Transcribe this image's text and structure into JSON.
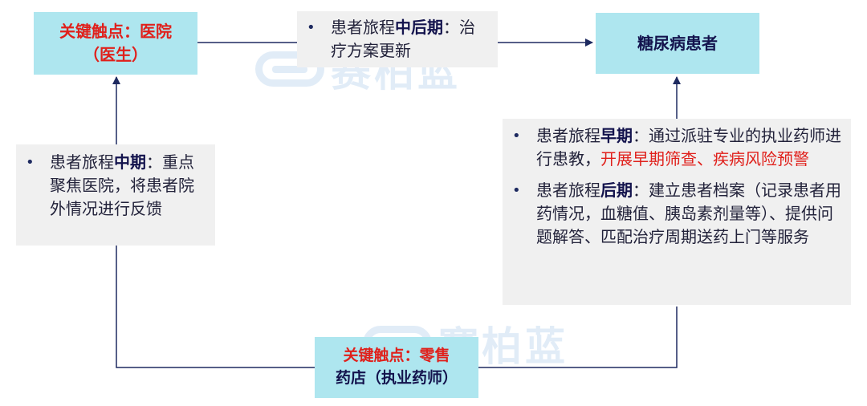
{
  "nodes": {
    "hospital": {
      "line1": "关键触点：医院",
      "line2": "（医生）"
    },
    "patient": {
      "label": "糖尿病患者"
    },
    "pharmacy": {
      "line1": "关键触点：零售",
      "line2": "药店（执业药师）"
    }
  },
  "notes": {
    "late_mid": {
      "bullet": "•",
      "prefix": "患者旅程",
      "stage": "中后期",
      "text": "：治疗方案更新"
    },
    "mid": {
      "bullet": "•",
      "prefix": "患者旅程",
      "stage": "中期",
      "text": "：重点聚焦医院，将患者院外情况进行反馈"
    },
    "early": {
      "bullet": "•",
      "prefix": "患者旅程",
      "stage": "早期",
      "text": "：通过派驻专业的执业药师进行患教，",
      "highlight": "开展早期筛查、疾病风险预警"
    },
    "late": {
      "bullet": "•",
      "prefix": "患者旅程",
      "stage": "后期",
      "text": "：建立患者档案（记录患者用药情况，血糖值、胰岛素剂量等）、提供问题解答、匹配治疗周期送药上门等服务"
    }
  },
  "watermark": {
    "text": "赛柏蓝"
  },
  "colors": {
    "node_fill": "#aee6ef",
    "note_fill": "#f0f0f0",
    "accent_red": "#e0201b",
    "navy": "#13134d",
    "arrow": "#1e2a60"
  }
}
